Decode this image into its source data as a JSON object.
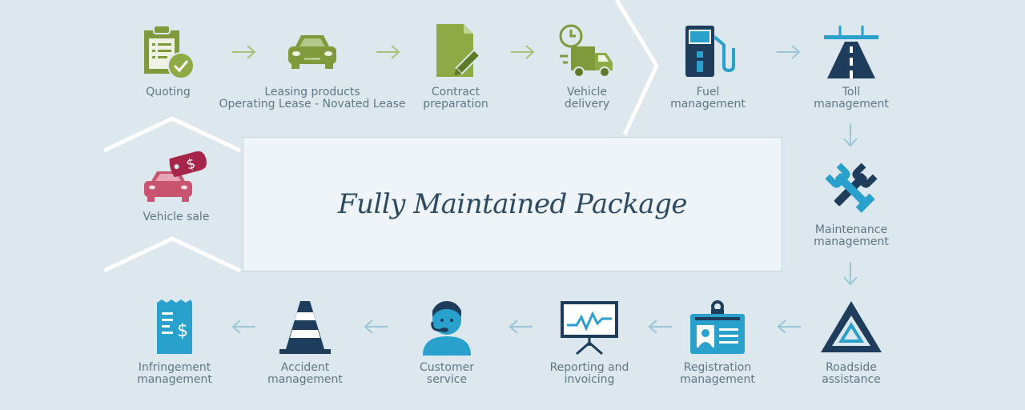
{
  "center": {
    "title": "Fully Maintained Package"
  },
  "colors": {
    "green": "#7e9a3a",
    "blue": "#2aa0cc",
    "navy": "#1e3d5c",
    "pink": "#c8546f",
    "arrow": "#9ac6d8"
  },
  "steps": [
    {
      "id": "quoting",
      "icon": "clipboard-check-icon",
      "line1": "Quoting",
      "line2": ""
    },
    {
      "id": "leasing",
      "icon": "car-icon",
      "line1": "Leasing products",
      "line2": "Operating Lease - Novated Lease"
    },
    {
      "id": "contract",
      "icon": "document-pen-icon",
      "line1": "Contract",
      "line2": "preparation"
    },
    {
      "id": "delivery",
      "icon": "delivery-truck-clock-icon",
      "line1": "Vehicle",
      "line2": "delivery"
    },
    {
      "id": "fuel",
      "icon": "fuel-pump-icon",
      "line1": "Fuel",
      "line2": "management"
    },
    {
      "id": "toll",
      "icon": "toll-road-icon",
      "line1": "Toll",
      "line2": "management"
    },
    {
      "id": "maintenance",
      "icon": "wrench-crossed-icon",
      "line1": "Maintenance",
      "line2": "management"
    },
    {
      "id": "roadside",
      "icon": "warning-triangle-icon",
      "line1": "Roadside",
      "line2": "assistance"
    },
    {
      "id": "registration",
      "icon": "id-card-icon",
      "line1": "Registration",
      "line2": "management"
    },
    {
      "id": "reporting",
      "icon": "chart-board-icon",
      "line1": "Reporting and",
      "line2": "invoicing"
    },
    {
      "id": "customer",
      "icon": "headset-agent-icon",
      "line1": "Customer",
      "line2": "service"
    },
    {
      "id": "accident",
      "icon": "traffic-cone-icon",
      "line1": "Accident",
      "line2": "management"
    },
    {
      "id": "infringement",
      "icon": "receipt-dollar-icon",
      "line1": "Infringement",
      "line2": "management"
    },
    {
      "id": "sale",
      "icon": "car-price-tag-icon",
      "line1": "Vehicle sale",
      "line2": ""
    }
  ]
}
